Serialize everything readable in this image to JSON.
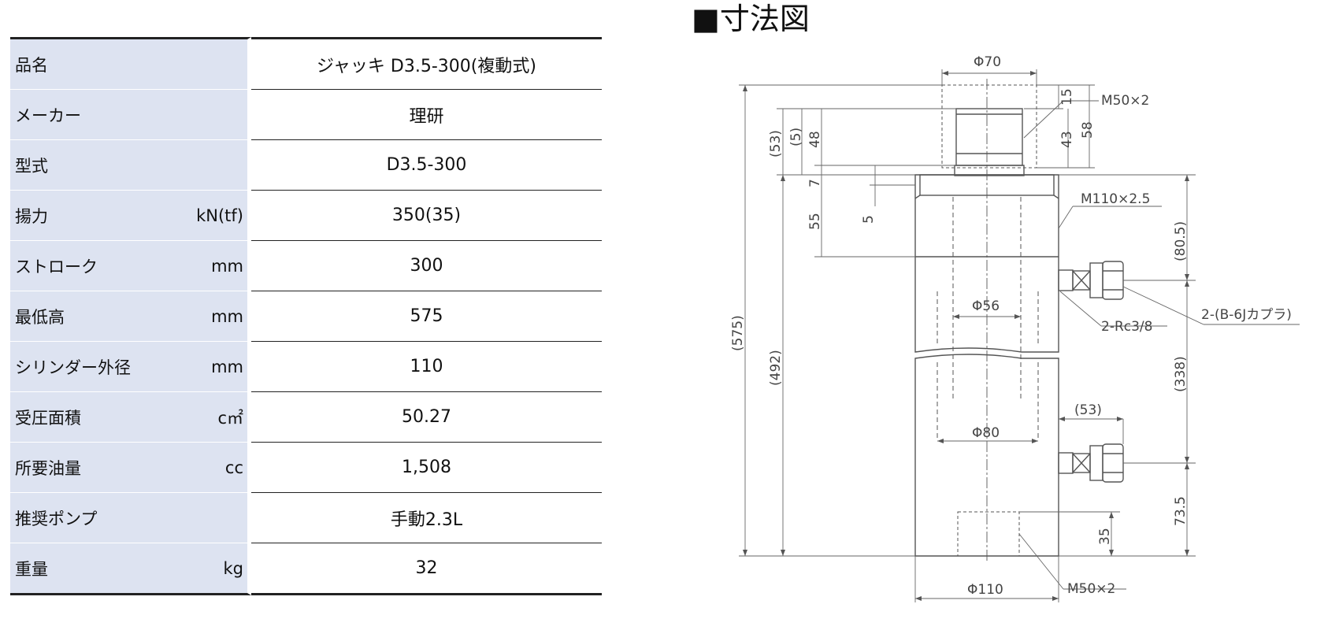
{
  "spec": {
    "rows": [
      {
        "label": "品名",
        "unit": "",
        "value": "ジャッキ D3.5-300(複動式)"
      },
      {
        "label": "メーカー",
        "unit": "",
        "value": "理研"
      },
      {
        "label": "型式",
        "unit": "",
        "value": "D3.5-300"
      },
      {
        "label": "揚力",
        "unit": "kN(tf)",
        "value": "350(35)"
      },
      {
        "label": "ストローク",
        "unit": "mm",
        "value": "300"
      },
      {
        "label": "最低高",
        "unit": "mm",
        "value": "575"
      },
      {
        "label": "シリンダー外径",
        "unit": "mm",
        "value": "110"
      },
      {
        "label": "受圧面積",
        "unit": "c㎡",
        "value": "50.27"
      },
      {
        "label": "所要油量",
        "unit": "cc",
        "value": "1,508"
      },
      {
        "label": "推奨ポンプ",
        "unit": "",
        "value": "手動2.3L"
      },
      {
        "label": "重量",
        "unit": "kg",
        "value": "32"
      }
    ]
  },
  "drawing": {
    "title": "■寸法図",
    "labels": {
      "phi70": "Φ70",
      "d15": "15",
      "m50_top": "M50×2",
      "d43": "43",
      "d58": "58",
      "d53_left": "(53)",
      "d5_paren": "(5)",
      "d48": "48",
      "d7": "7",
      "d55": "55",
      "d5": "5",
      "m110": "M110×2.5",
      "d80_5": "(80.5)",
      "d575": "(575)",
      "d492": "(492)",
      "phi56": "Φ56",
      "rc38": "2-Rc3/8",
      "coupler": "2-(B-6Jカプラ)",
      "d338": "(338)",
      "d53_side": "(53)",
      "phi80": "Φ80",
      "d73_5": "73.5",
      "d35": "35",
      "phi110": "Φ110",
      "m50_bottom": "M50×2"
    }
  }
}
